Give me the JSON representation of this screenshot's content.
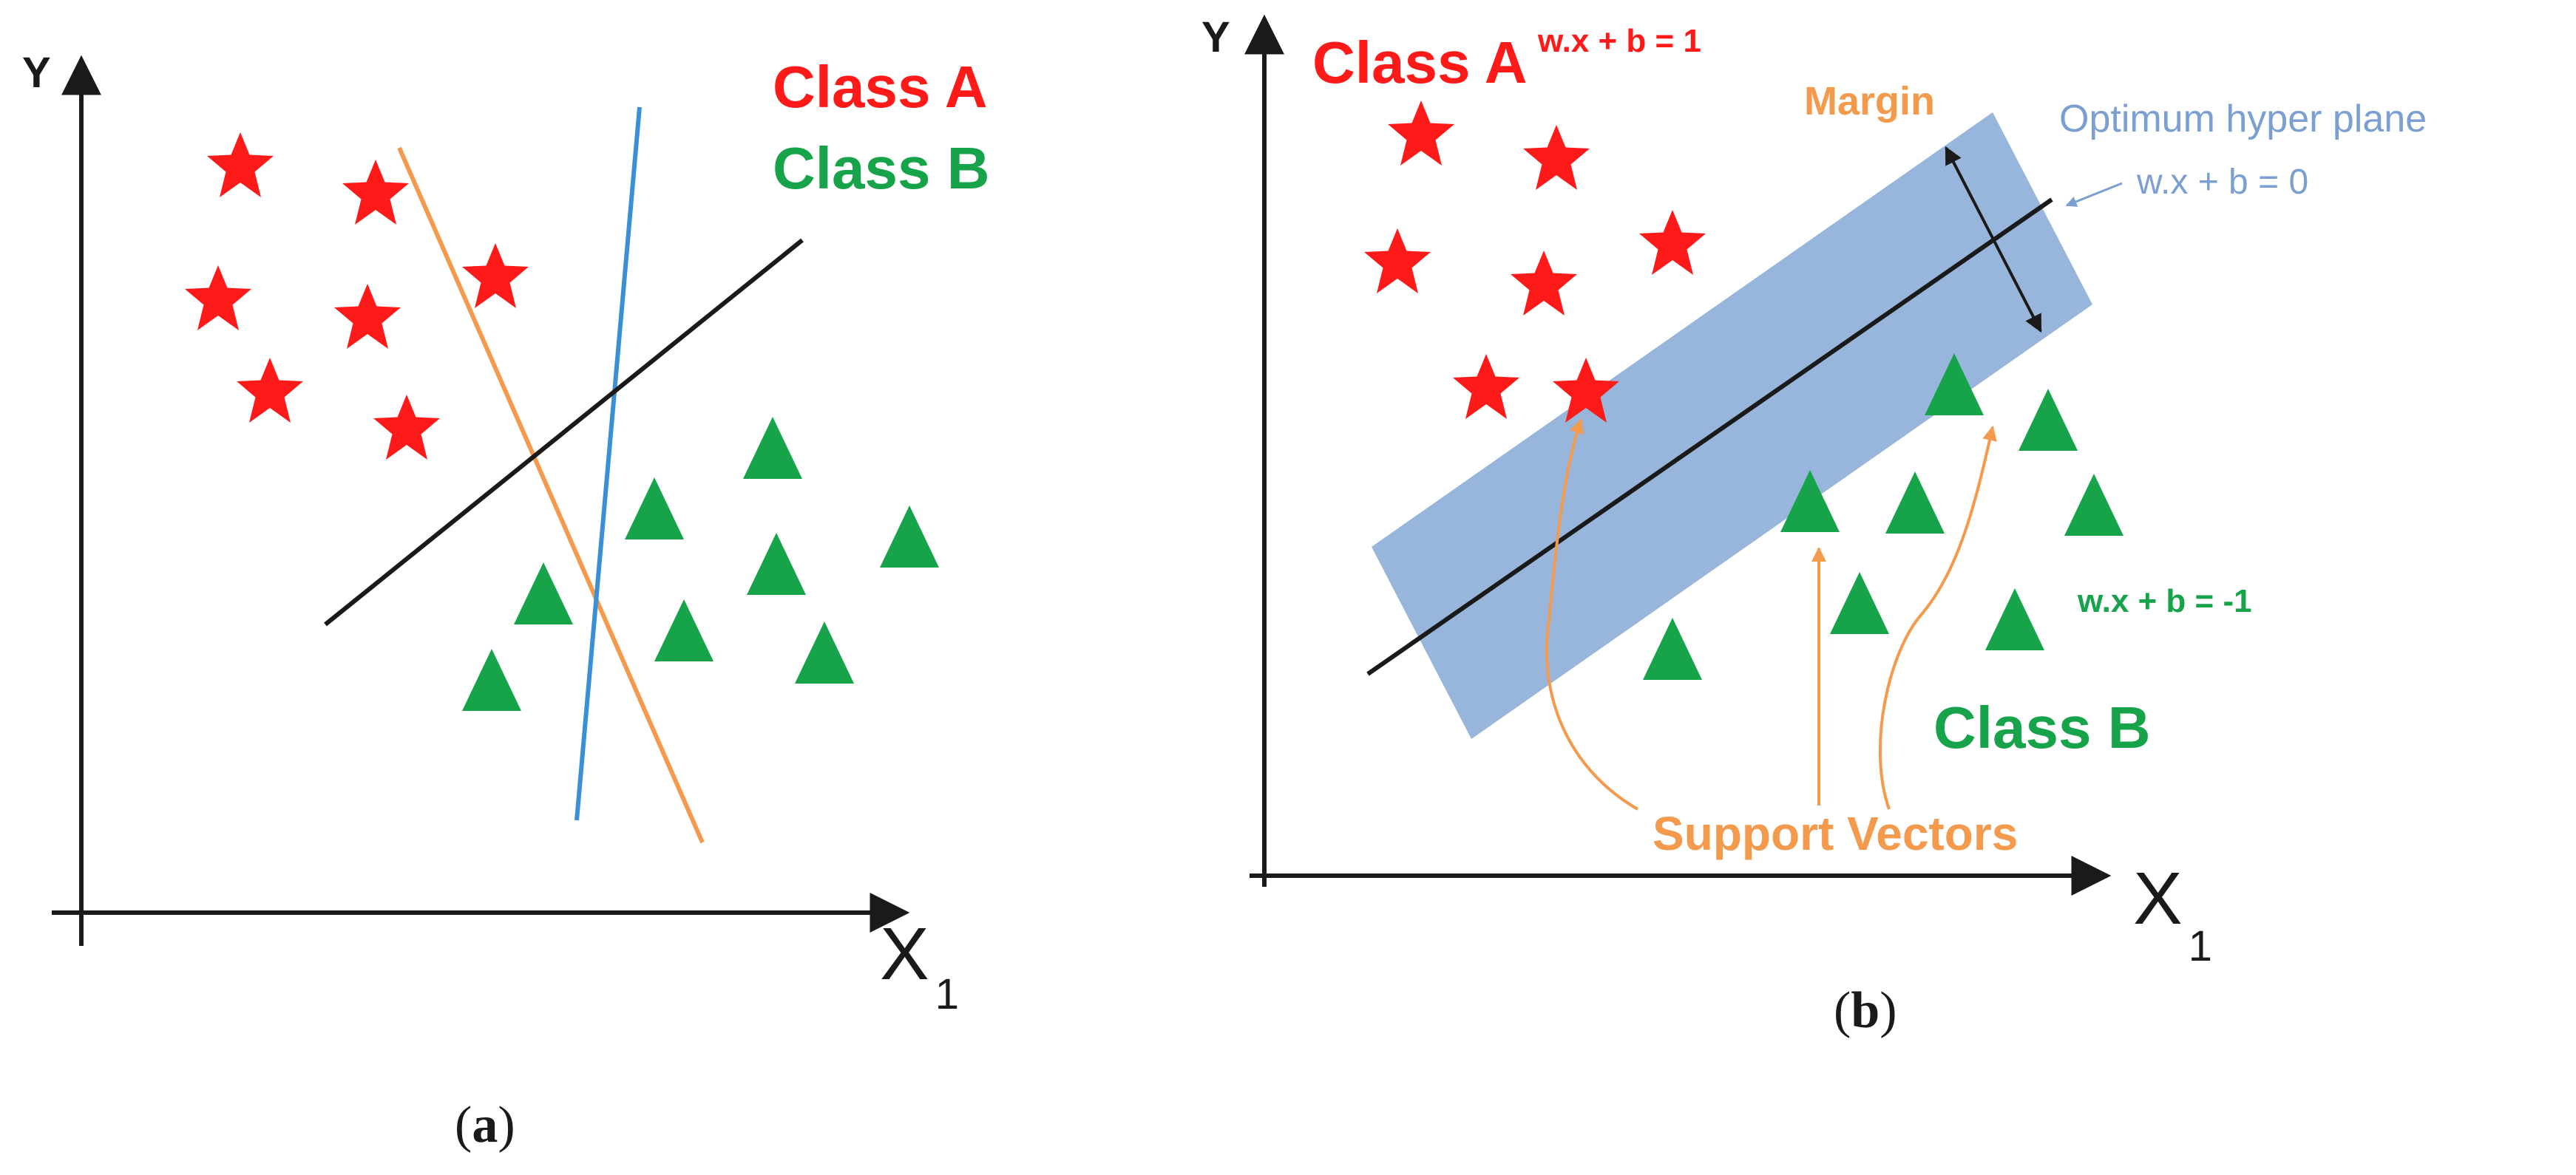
{
  "panel_a": {
    "axis_y_label": "Y",
    "axis_x_label": "X",
    "axis_x_subscript": "1",
    "legend_class_a": "Class A",
    "legend_class_b": "Class B",
    "caption": "(a)",
    "caption_letter": "a"
  },
  "panel_b": {
    "axis_y_label": "Y",
    "axis_x_label": "X",
    "axis_x_subscript": "1",
    "class_a_label": "Class A",
    "class_b_label": "Class B",
    "eq_class_a": "w.x + b = 1",
    "eq_class_b": "w.x + b = -1",
    "margin_label": "Margin",
    "hyperplane_label": "Optimum hyper plane",
    "hyperplane_eq": "w.x + b = 0",
    "support_vectors_label": "Support Vectors",
    "caption": "(b)",
    "caption_letter": "b"
  },
  "colors": {
    "class_a": "#ff1a1a",
    "class_b": "#16a34a",
    "orange": "#f39a4c",
    "blue_line": "#3b8fd6",
    "margin_band": "#8fb0d8",
    "hyperplane_label": "#7b9fd0",
    "axis": "#1a1a1a"
  }
}
